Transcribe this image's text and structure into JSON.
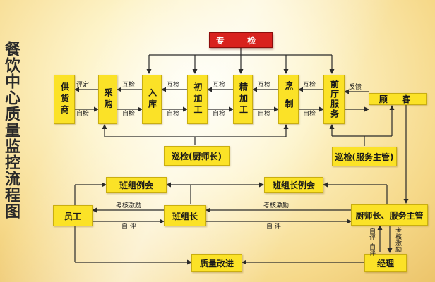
{
  "title": "餐饮中心质量监控流程图",
  "nodes": {
    "zhuanjian": "专 检",
    "gonghuoshang": "供货商",
    "caigou": "采购",
    "ruku": "入库",
    "chujiagong": "初加工",
    "jingjiagong": "精加工",
    "pengzhi": "烹制",
    "qiantingfuwu": "前厅服务",
    "guke": "顾 客",
    "xunjian_chushizhang": "巡检(厨师长)",
    "xunjian_fuwuzhuguan": "巡检(服务主管)",
    "banzulihui": "班组例会",
    "banzuzhanglihui": "班组长例会",
    "yuangong": "员工",
    "banzuzhang": "班组长",
    "chushizhang_fuwuzhuguan": "厨师长、服务主管",
    "zhiliang_gaijin": "质量改进",
    "jingli": "经理"
  },
  "labels": {
    "pingding": "评定",
    "zijian": "自检",
    "hujian": "互检",
    "fankui": "反馈",
    "kaohe_jili": "考核激励",
    "zi_ping": "自 评",
    "zi_ping_v": "自评"
  },
  "colors": {
    "box_fill": "#fbe227",
    "box_border": "#c9ae10",
    "alert_box": "#d8221e",
    "line": "#2a2a2a"
  }
}
